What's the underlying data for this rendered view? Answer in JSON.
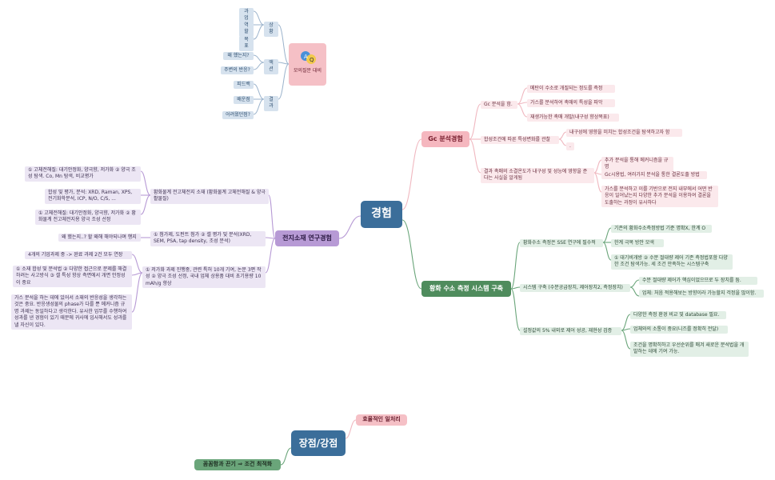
{
  "root": {
    "label": "경험"
  },
  "root2": {
    "label": "장점/강점"
  },
  "interview": {
    "label": "모의질문 대비",
    "icon": "qa-icon",
    "groups": [
      {
        "label": "상황",
        "items": [
          "과업",
          "역할",
          "목표"
        ]
      },
      {
        "label": "액션",
        "items": [
          "왜 했는지?",
          "주변의 반응?"
        ]
      },
      {
        "label": "결과",
        "items": [
          "피드백",
          "배운점",
          "어려웠던점?"
        ]
      }
    ]
  },
  "gc": {
    "label": "Gc 분석경험",
    "subs": [
      {
        "label": "Gc 분석을 함.",
        "items": [
          "메탄이 수소로 개질되는 정도를 측정",
          "가스를 분석하여 촉매의 특성을 파악",
          "재생가능한 촉매 개발(내구성 향상목표)"
        ]
      },
      {
        "label": "합성조건에 따른 특성변화를 관찰",
        "items": [
          "내구성에 영향을 미치는 합성조건을 탐색하고자 함",
          "."
        ]
      },
      {
        "label": "결과 촉매의 소결온도가 내구성 및 성능에 영향을 준다는 사실을 알게됨",
        "items": [
          "추가 분석을 통해 메커니즘을 규명",
          "Gc시용법, 여러가지 분석을 통한 결론도출 방법",
          "가스를 분석하고 이를 기반으로 전지 내부에서 어떤 반응이 일어났는지 다양한 추가 분석을 이용하여 결론을 도출하는 과정이 유사하다"
        ]
      }
    ]
  },
  "h2s": {
    "label": "황화 수소 측정 시스템 구축",
    "subs": [
      {
        "label": "황화수소 측정은 SSE 연구에 필수적",
        "items": [
          "기존의 황화수소측정방법 기준 명확X, 한계 O",
          "한계 극복 방안 모색",
          "① 대기비개방 ② 수분 절대량 제어 기존 측정법포함 다양한 조건 탐색가능. 세 조건 만족하는 시스템구축"
        ]
      },
      {
        "label": "시스템 구축 (수분공급장치, 제어장치2, 측정장치)",
        "items": [
          "수분 절대량 제어가 핵심이었으므로 두 장치를 둠.",
          "업체: 처음 적용해보는 방향이라 가능할지 걱정을 많이함."
        ]
      },
      {
        "label": "설정값의 5% 내외로 제어 성공, 재현성 검증",
        "items": [
          "다양한 측정 환경 비교 및 database 필요.",
          "업체와의 소통이 중요(니즈를 정확히 전달)",
          "조건을 명확히하고 우선순위를 매겨 새로운 분석법을 개발하는 데에 기여 가능."
        ]
      }
    ]
  },
  "battery": {
    "label": "전지소재 연구경험",
    "subs": [
      {
        "label": "황화물계 전고체전지 소재 (황화물계 고체전해질 & 양극활물질)",
        "items": [
          "① 고체전해질: 대기안정화, 양극향, 저가화 ② 양극 조성 탐색. Co, Mn 탐색, 비교평가",
          "합성 및 평가, 분석: XRD, Raman, XPS, 전기화학분석, ICP, N/O, C/S, ...",
          "① 고체전해질: 대기안정화, 양극향, 저가화 ② 황화물계 전고체전지용 양극 조성 선정"
        ]
      },
      {
        "label": "① 첨가제, 도펀트 첨가 ② 셀 평가 및 분석(XRD, SEM, PSA, tap density, 조성 분석)",
        "items": [
          "왜 했는지..? 할 왜해 해야되나며 행지"
        ]
      },
      {
        "label": "① 저가화 과제 진행중, 관련 특허 10개 기여, 논문 3편 작성 ② 양극 조성 선정, 국내 업체 상용품 대비 초기용량 10 mAh/g 향상",
        "items": [
          "4개의 기업과제 중 -> 완료 과제 2건 모두 연장",
          "① 소재 합성 및 분석법 ② 다양한 접근으로 문제를 해결하려는 사고방식 ③ 셀 특성 향상 측면에서 개면 안정성이 중요",
          "가스 분석을 하는 데에 있어서 소재의 반응성을 생각하는 것은 중요. 반응생성물의 phase가 다를 뿐 메커니즘 규명 과제는 동일하다고 생각한다. 유사한 업무를 수행하여 성과를 낸 경험이 있기 때문에 귀사에 입사해서도 성과를 낼 자신이 있다."
        ]
      }
    ]
  },
  "strengths": {
    "items": [
      "효율적인 일처리",
      "꼼꼼함과 끈기 ⇒ 조건 최적화"
    ]
  },
  "colors": {
    "root": "#3b6e9a",
    "gc": "#f5b7bf",
    "h2s": "#4f8c5d",
    "battery": "#b79ad5",
    "interview": "#f5c0c6"
  }
}
